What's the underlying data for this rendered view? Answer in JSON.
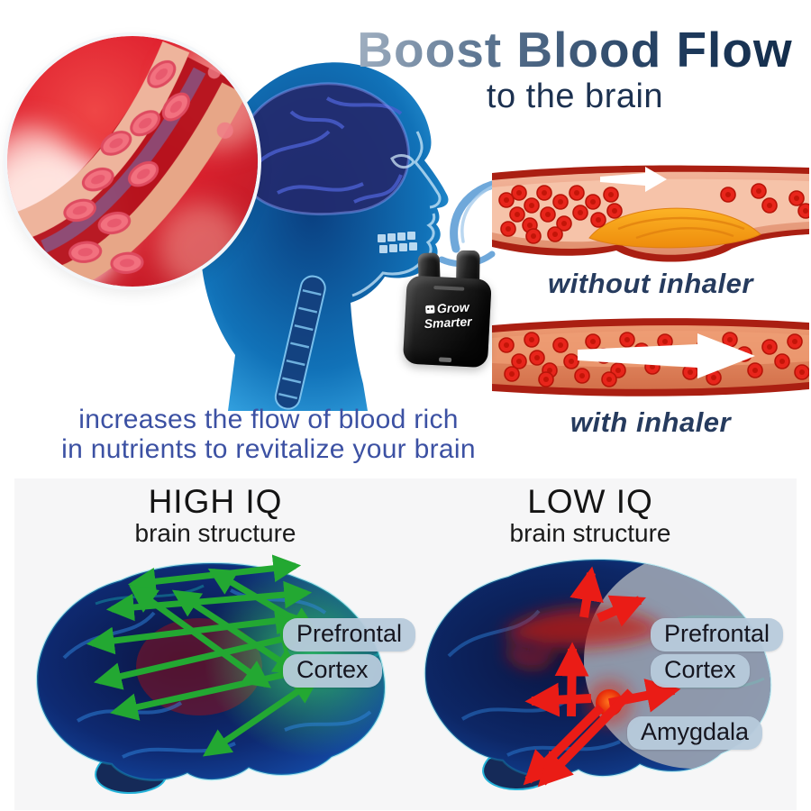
{
  "hero": {
    "title_line1": "Boost Blood Flow",
    "title_line2": "to the brain",
    "caption_line1": "increases the flow of blood rich",
    "caption_line2": "in nutrients to revitalize your brain"
  },
  "device": {
    "brand_line1": "Grow",
    "brand_line2": "Smarter"
  },
  "arteries": {
    "without": {
      "label": "without inhaler"
    },
    "with": {
      "label": "with inhaler"
    }
  },
  "comparison": {
    "high": {
      "title": "HIGH IQ",
      "subtitle": "brain structure",
      "labels": {
        "prefrontal_line1": "Prefrontal",
        "prefrontal_line2": "Cortex"
      }
    },
    "low": {
      "title": "LOW IQ",
      "subtitle": "brain structure",
      "labels": {
        "prefrontal_line1": "Prefrontal",
        "prefrontal_line2": "Cortex",
        "amygdala": "Amygdala"
      }
    }
  },
  "colors": {
    "title_navy": "#1c3150",
    "caption_blue": "#3c51a3",
    "artery_label_navy": "#263b5e",
    "pill_bg": "#b7cadb",
    "pill_text": "#15151f",
    "high_arrow_green": "#23a832",
    "low_arrow_red": "#ea1c16",
    "plaque_orange": "#f5a31c",
    "vessel_wall_red": "#aa1f12",
    "blood_cell_red": "#e8251b",
    "head_blue": "#1172b8",
    "device_black": "#121212"
  }
}
